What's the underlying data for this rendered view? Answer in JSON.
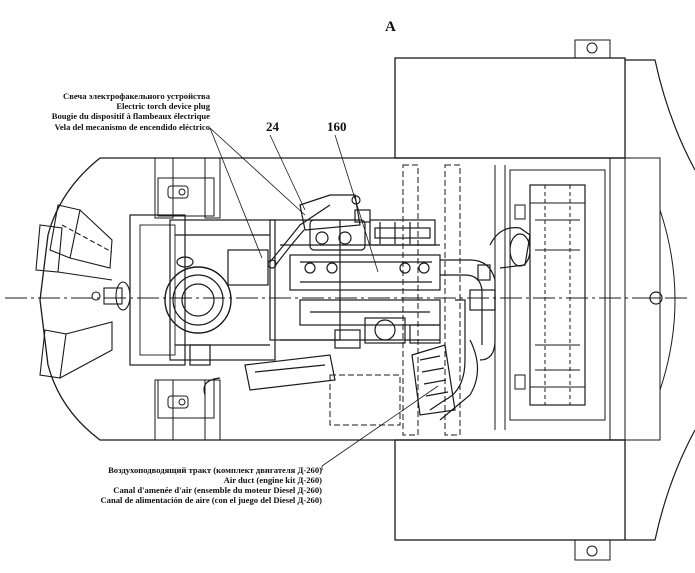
{
  "view_label": "А",
  "callouts": {
    "part_24": "24",
    "part_160": "160"
  },
  "torch_note": [
    "Свеча электрофакельного устройства",
    "Electric torch device plug",
    "Bougie du dispositif à flambeaux électrique",
    "Vela del mecanismo de encendido eléctrico"
  ],
  "air_note": [
    "Воздухоподводящий тракт (комплект двигателя Д-260)",
    "Air duct (engine kit Д-260)",
    "Canal d'amenée d'air (ensemble du moteur Diesel Д-260)",
    "Canal de alimentación de aire (con el juego del Diesel Д-260)"
  ],
  "colors": {
    "line": "#1a1a1a",
    "background": "#ffffff"
  }
}
